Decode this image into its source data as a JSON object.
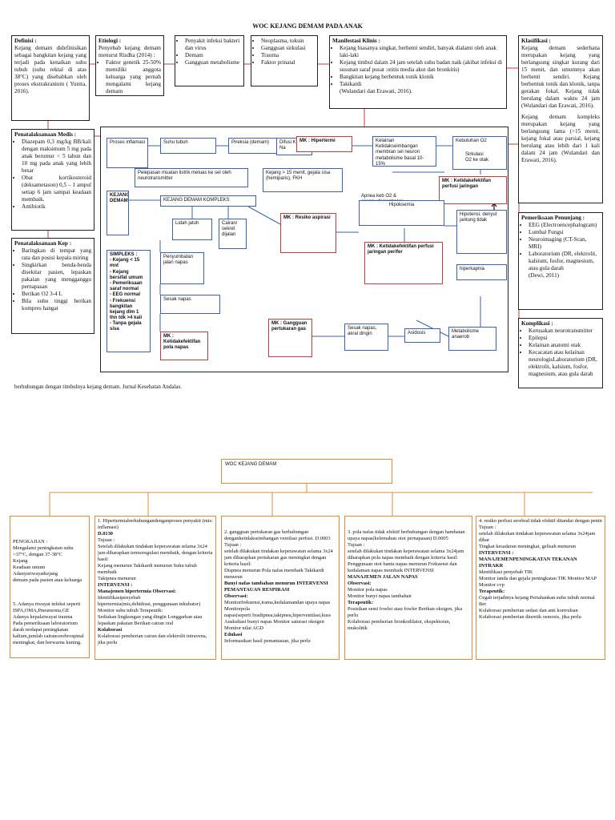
{
  "title": "WOC KEJANG DEMAM PADA ANAK",
  "definisi": {
    "heading": "Definisi :",
    "text": "Kejang demam didefinisikan sebagai bangkitan kejang yang terjadi pada kenaikan suhu tubuh (suhu rektal di atas 38°C) yang disebabkan oleh proses ekstrakranium ( Yunita, 2016)."
  },
  "etiologi": {
    "heading": "Etiologi :",
    "intro": "Penyebab kejang demam menurut Risdha (2014) :",
    "items": [
      "Faktor genetik 25-50% memiliki anggota keluarga yang pernah mengalami kejang demam"
    ]
  },
  "etiologi2": {
    "items": [
      "Penyakit infeksi bakteri dan virus",
      "Demam",
      "Gangguan metabolisme"
    ]
  },
  "etiologi3": {
    "items": [
      "Neoplasma, toksin",
      "Gangguan sirkulasi",
      "Trauma",
      "Faktor prinatal"
    ]
  },
  "manifestasi": {
    "heading": "Manifestasi Klinis :",
    "items": [
      "Kejang biasanya singkat, berhenti sendiri, banyak dialami oleh anak laki-laki",
      "Kejang timbul dalam 24 jam setelah suhu badan naik (akibat infeksi di susunan saraf pusat :otitis media akut dan bronkitis)",
      "Bangkitan kejang berbentuk tonik klonik",
      "Takikardi"
    ],
    "source": "(Wulandari dan Erawati, 2016)."
  },
  "klasifikasi": {
    "heading": "Klasifikasi :",
    "p1": "Kejang demam sederhana merupakan kejang yang berlangsung singkat kurang dari 15 menit, dan umumnya akan berhenti sendiri. Kejang berbentuk tonik dan klonik, tanpa gerakan fokal. Kejang tidak berulang dalam waktu 24 jam (Wulandari dan Erawati, 2016).",
    "p2": "Kejang demam kompleks merupakan kejang yang berlangsung lama (>15 menit, kejang fokal atau parsial, kejang berulang atau lebih dari 1 kali dalam 24 jam (Wulandari dan Erawati, 2016)."
  },
  "medis": {
    "heading": "Penatalaksanaan Medis :",
    "items": [
      "Diazepam 0,3 mg/kg BB/kali dengan maksimum 5 mg pada anak berumur < 5 tahun dan 10 mg pada anak yang lebih besar",
      "Obat kortikosteroid (deksametason) 0,5 – 1 ampul setiap 6 jam sampai keadaan membaik.",
      "Antibiotik"
    ]
  },
  "kep": {
    "heading": "Penatalaksanaan Kep :",
    "items": [
      "Baringkan di tempat yang rata dan posisi kepala miring",
      "Singkirkan benda-benda disekitar pasien, lepaskan pakaian yang mengganggu pernapasan",
      "Berikan O2 3-4 L",
      "Bila suhu tinggi berikan kompres hangat"
    ]
  },
  "penunjang": {
    "heading": "Pemeriksaan Penunjang :",
    "items": [
      "EEG (Electroencephalogram)",
      "Lumbal Fungsi",
      "Neuroimaging (CT-Scan, MRI)",
      "Laboratorium (DR, elektrolit, kalsium, fosfor, magnesium, atau gula darah"
    ],
    "source": "(Dewi, 2011)"
  },
  "komplikasi": {
    "heading": "Komplikasi :",
    "items": [
      "Kerusakan neurotransmitter",
      "Epilepsi",
      "Kelainan anatomi otak",
      "Kecacatan atau kelainan neurologisLaboratorium (DR, elektrolit, kalsium, fosfor, magnesium, atau gula darah"
    ]
  },
  "flow": {
    "proses": "Proses inflamasi",
    "suhu": "Suhu tubuh",
    "pireksia": "Pireksia (demam)",
    "difusi": "Difusi K dan Na",
    "mk_hiper": "MK : Hipertermi",
    "kelainan": "Kelainan",
    "ketidakseimbangan": "Ketidakseimbangan membran sel neuron",
    "metabolisme": "metabolisme basal 10-15%",
    "kebutuhan": "Kebutuhan O2",
    "sirkulasi": "Sirkulasi O2 ke otak",
    "pelepasan": "Pelepasan muatan listrik meluas ke sel oleh neurotransmitter",
    "kejang15": "Kejang > 15 menit, gejala sisa (hemiparis), FKH",
    "apnea": "Apnea keb O2 & energi utk kontraksi otot skeletal",
    "mk_perfusi": "MK : Ketidakefektifan perfusi jaringan",
    "kejang_demam": "KEJANG DEMAM",
    "kompleks": "KEJANG DEMAM KOMPLEKS",
    "lidah": "Lidah jatuh",
    "cairan": "Cairan/ sekret dijalan",
    "mk_aspirasi": "MK : Resiko aspirasi",
    "hipoksemia": "Hipoksemia",
    "hipotensi": "Hipotensi, denyut jantung tidak",
    "mk_perifer": "MK : Ketidakefektifan perfusi jaringan perifer",
    "hiperkapnia": "hiperkapnia",
    "simpleks_head": "SIMPLEKS :",
    "simpleks_items": [
      "Kejang < 15 mnt",
      "Kejang bersifat umum",
      "Pemeriksaan saraf normal",
      "EEG normal",
      "Frekuensi bangkitan kejang dlm 1 thn tdk >4 kali",
      "Tanpa gejala sisa"
    ],
    "penyumbatan": "Penyumbatan jalan napas",
    "sesak": "Sesak napas",
    "mk_pola": "MK : Ketidakefektifan pola napas",
    "mk_gas": "MK : Gangguan pertukaran gas",
    "sesak2": "Sesak napas, akral dingin",
    "asidosis": "Asidosis",
    "anaerob": "Metabolisme anaerob"
  },
  "source_line": "berhubungan dengan timbulnya kejang demam. Jurnal Kesehatan Andalas.",
  "bottom": {
    "root": "WOC KEJANG DEMAM",
    "pengkajian": [
      "PENGKAJIAN :",
      "Mengalami peningkatan suhu >37°C, dengan 37-38°C",
      "Kejang",
      "Keadaan umum",
      "Adanyariwayatkejang",
      "demam pada pasien atau keluarga",
      "5. Adanya riwayat infeksi seperti ISPA,OMA,Pneumonia,GE",
      "Adanya kepalaiwayat trauma",
      "Pada pemeriksaan laboratorium darah terdapat peningkatan kalium,jumlah cairancerebrospinal meningkat, dan berwarna kuning."
    ],
    "col1": [
      "1. Hipertermiaberhubungandenganproses penyakit (mis: inflamasi)",
      "D.0130",
      "Tujuan :",
      "Setelah dilakukan tindakan keperawatan selama 3x24 jam diharapkan termoregulasi membaik, dengan kriteria hasil:",
      "Kejang menurun Takikardi menurun Suhu tubuh membaik",
      "Takipnea menurun",
      "INTERVENSI :",
      "Manajemen hipertermia Observasi:",
      "Identifikasipenyebab",
      "hipertermia(mis,dehidrasi, penggunaan inkubator) Monitor suhu tubuh Terapeutik:",
      "Sediakan lingkungan yang dingin Longgarkan atau lepaskan pakaian Berikan cairan oral",
      "Kolaborasi",
      "Kolaborasi pemberian cairan dan elektrolit intravena, jika perlu"
    ],
    "col2": [
      "2. gangguan pertukaran gas berhubungan denganketidakseimbangan ventilasi perfusi. D.0003",
      "Tujuan :",
      "setelah dilakukan tindakan keperawatan selama 3x24 jam diharapkan pertukaran gas meningkat dengan kriteria hasil:",
      "Dispnea menurun Pola nafas membaik Takikardi menurun",
      "Bunyi nafas tambahan menurun INTERVENSI PEMANTAUAN RESPIRASI",
      "Observasi:",
      "Monitorfrekuensi,irama,kedalamandan upaya napas",
      "Monitorpola",
      "napas(seperti bradipnea,takipnea,hiperventilasi,kuss",
      "Auskultasi bunyi napas Monitor saturasi oksigen Monitor nilai AGD",
      "Edukasi",
      "Informasikan hasil pemantauan, jika perlu"
    ],
    "col3": [
      "3. pola nafas tidak efektif berhubungan dengan hambatan upaya napas(kelemahan otot pernapasan) D.0005",
      "Tujuan :",
      "setelah dilakukan tindakan keperawatan selama 3x24jam diharapkan pola napas membaik dengan kriteria hasil:",
      "Penggunaan otot bantu napas menurun Frekuensi dan kedalaman napas membaik INTERVENSI",
      "MANAJEMEN JALAN NAPAS",
      "Observasi:",
      "Monitor pola napas",
      "Monitor bunyi napas tambahan",
      "Terapeutik:",
      "Posisikan semi fowler atau fowler Berikan oksigen, jika perlu",
      "Kolaborasi pemberian bronkodilator, ekspektoran, mukolitik"
    ],
    "col4": [
      "4. resiko perfusi serebral tidak efektif ditandai dengan penin",
      "Tujuan :",
      "setelah dilakukan tindakan keperawatan selama 3x24jam dihar",
      "Tingkat kesadaran meningkat, gelisah menurun",
      "INTERVENSI :",
      "MANAJEMENPENINGKATAN TEKANAN INTRAKR",
      "Identifikasi penyebab TIK",
      "Monitor tanda dan gejala peningkatan TIK Monitor MAP",
      "Monitor cvp",
      "Terapeutik:",
      "Cegah terjadinya kejang Pertahankan suhu tubuh normal Ber",
      "Kolaborasi pemberian sedasi dan anti konvulsan",
      "Kolaborasi pemberian diuretik osmosis, jika perlu"
    ]
  }
}
